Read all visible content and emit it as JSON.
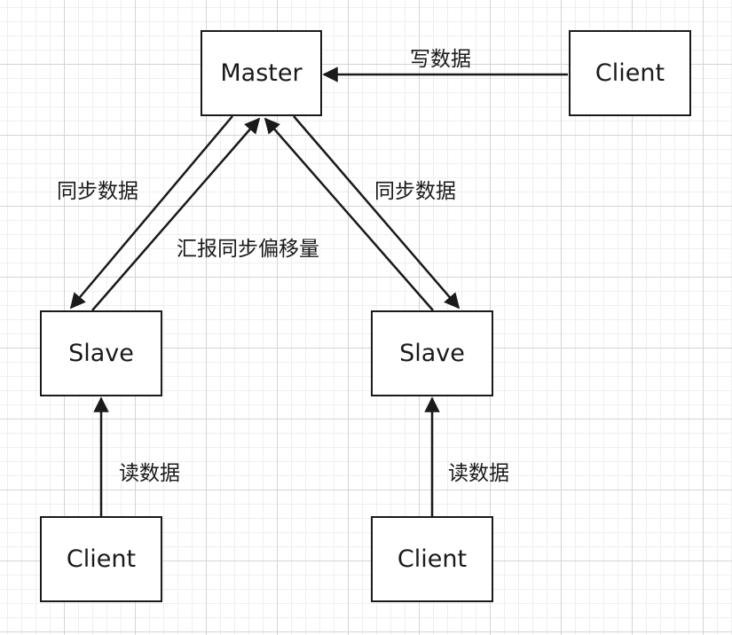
{
  "colors": {
    "stroke": "#1a1a1a",
    "background": "#ffffff",
    "grid_major": "#d4d4d4",
    "grid_minor": "#efefef"
  },
  "nodes": {
    "master": "Master",
    "client_top": "Client",
    "slave_left": "Slave",
    "slave_right": "Slave",
    "client_left": "Client",
    "client_right": "Client"
  },
  "edges": {
    "write_data": "写数据",
    "sync_data_left": "同步数据",
    "report_offset": "汇报同步偏移量",
    "sync_data_right": "同步数据",
    "read_data_left": "读数据",
    "read_data_right": "读数据"
  }
}
